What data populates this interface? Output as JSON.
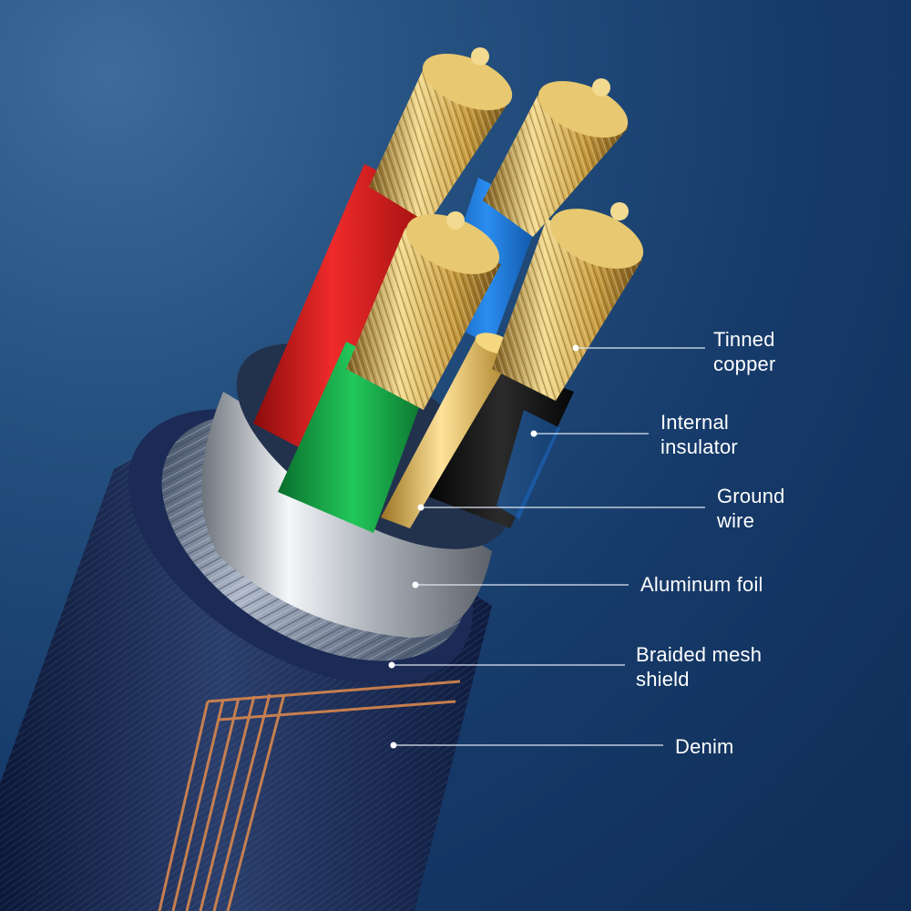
{
  "colors": {
    "background": "#173a6a",
    "denim": "#24365e",
    "copper_thread": "#d9874d",
    "braid": "#8592a6",
    "aluminum_foil": "#c9cdd3",
    "tinned_copper": "#d8b25a",
    "wire_red": "#e01d1d",
    "wire_blue": "#1f7fe0",
    "wire_green": "#17b04b",
    "wire_black": "#141414",
    "ground_wire": "#e0b84f",
    "leader_line": "#dfe8f3"
  },
  "layers": [
    {
      "id": "tinned-copper",
      "lines": [
        "Tinned",
        "copper"
      ]
    },
    {
      "id": "internal-insulator",
      "lines": [
        "Internal",
        "insulator"
      ]
    },
    {
      "id": "ground-wire",
      "lines": [
        "Ground",
        "wire"
      ]
    },
    {
      "id": "aluminum-foil",
      "lines": [
        "Aluminum foil"
      ]
    },
    {
      "id": "braided-mesh-shield",
      "lines": [
        "Braided mesh",
        "shield"
      ]
    },
    {
      "id": "denim",
      "lines": [
        "Denim"
      ]
    }
  ]
}
